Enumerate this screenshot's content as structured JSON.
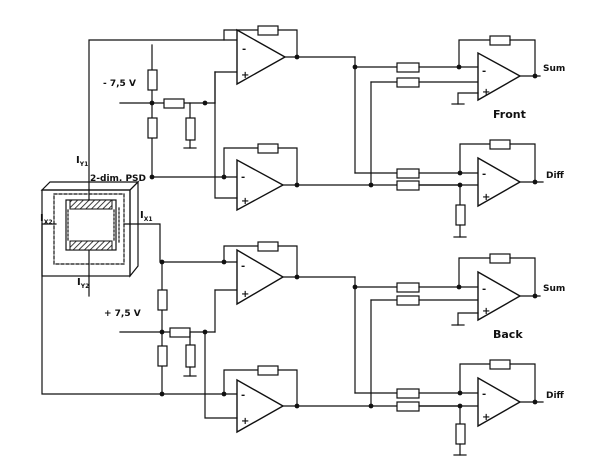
{
  "labels": {
    "vneg": "- 7,5 V",
    "vpos": "+ 7,5 V",
    "psd": "2-dim. PSD",
    "front": "Front",
    "back": "Back",
    "sum1": "Sum",
    "diff1": "Diff",
    "sum2": "Sum",
    "diff2": "Diff"
  },
  "currents": {
    "ix_main": "I",
    "iy_main": "I",
    "y1": "Y1",
    "y2": "Y2",
    "x1": "X1",
    "x2": "X2"
  },
  "opamp": {
    "minus": "-",
    "plus": "+"
  }
}
